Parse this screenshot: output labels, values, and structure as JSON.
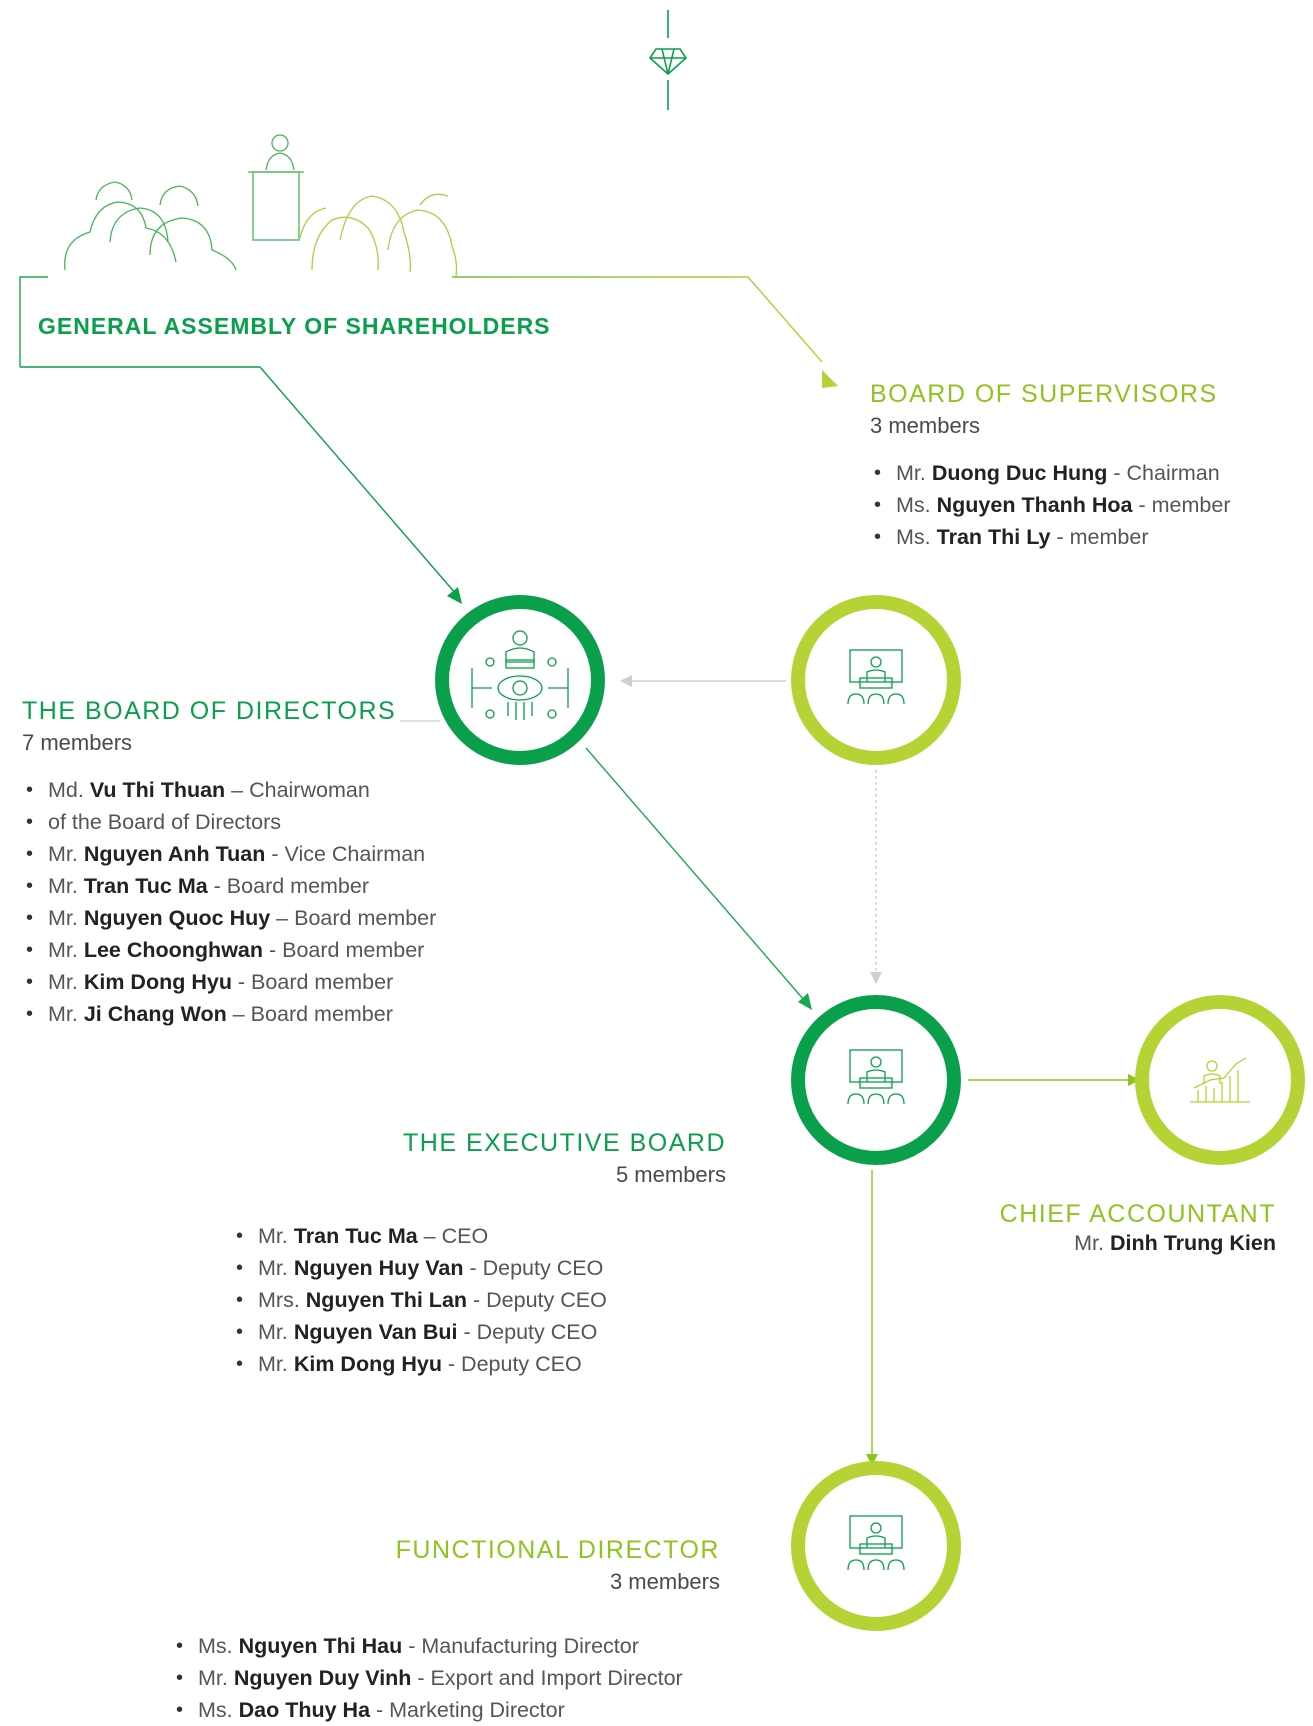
{
  "general_assembly": {
    "title": "GENERAL ASSEMBLY OF SHAREHOLDERS"
  },
  "supervisors": {
    "title": "BOARD OF SUPERVISORS",
    "count": "3 members",
    "members": [
      {
        "prefix": "Mr.",
        "name": "Duong Duc Hung",
        "role": " - Chairman"
      },
      {
        "prefix": "Ms.",
        "name": "Nguyen Thanh Hoa",
        "role": " - member"
      },
      {
        "prefix": "Ms.",
        "name": "Tran Thi Ly",
        "role": " - member"
      }
    ]
  },
  "directors": {
    "title": "THE BOARD OF DIRECTORS",
    "count": "7 members",
    "members": [
      {
        "prefix": "Md.",
        "name": "Vu Thi Thuan",
        "role": " – Chairwoman",
        "role_cont": "of the Board of Directors"
      },
      {
        "prefix": "Mr.",
        "name": "Nguyen Anh Tuan",
        "role": " - Vice Chairman"
      },
      {
        "prefix": "Mr.",
        "name": "Tran Tuc Ma",
        "role": " - Board member"
      },
      {
        "prefix": "Mr.",
        "name": "Nguyen Quoc Huy",
        "role": " – Board member"
      },
      {
        "prefix": "Mr.",
        "name": "Lee Choonghwan",
        "role": " - Board member"
      },
      {
        "prefix": "Mr.",
        "name": "Kim Dong Hyu",
        "role": " - Board member"
      },
      {
        "prefix": "Mr.",
        "name": "Ji Chang Won",
        "role": " – Board member"
      }
    ]
  },
  "executive": {
    "title": "THE EXECUTIVE BOARD",
    "count": "5 members",
    "members": [
      {
        "prefix": "Mr.",
        "name": "Tran Tuc Ma",
        "role": " – CEO"
      },
      {
        "prefix": "Mr.",
        "name": "Nguyen Huy Van",
        "role": " - Deputy CEO"
      },
      {
        "prefix": "Mrs.",
        "name": "Nguyen Thi Lan",
        "role": " - Deputy CEO"
      },
      {
        "prefix": "Mr.",
        "name": "Nguyen Van Bui",
        "role": " - Deputy CEO"
      },
      {
        "prefix": "Mr.",
        "name": "Kim Dong Hyu",
        "role": " - Deputy CEO"
      }
    ]
  },
  "chief_accountant": {
    "title": "CHIEF ACCOUNTANT",
    "prefix": "Mr.",
    "name": "Dinh Trung Kien"
  },
  "functional": {
    "title": "FUNCTIONAL DIRECTOR",
    "count": "3 members",
    "members": [
      {
        "prefix": "Ms.",
        "name": "Nguyen Thi Hau",
        "role": " - Manufacturing Director"
      },
      {
        "prefix": "Mr.",
        "name": "Nguyen Duy Vinh",
        "role": " - Export and Import Director"
      },
      {
        "prefix": "Ms.",
        "name": "Dao Thuy Ha",
        "role": " - Marketing Director"
      }
    ]
  },
  "colors": {
    "dark_green": "#0a9f4b",
    "lime": "#b5d334",
    "text": "#555555"
  },
  "icons": {
    "top": "diamond-icon",
    "assembly": "audience-illustration",
    "directors": "network-people-icon",
    "supervisors": "presentation-icon",
    "executive": "presentation-icon",
    "accountant": "growth-chart-icon",
    "functional": "presentation-icon"
  }
}
